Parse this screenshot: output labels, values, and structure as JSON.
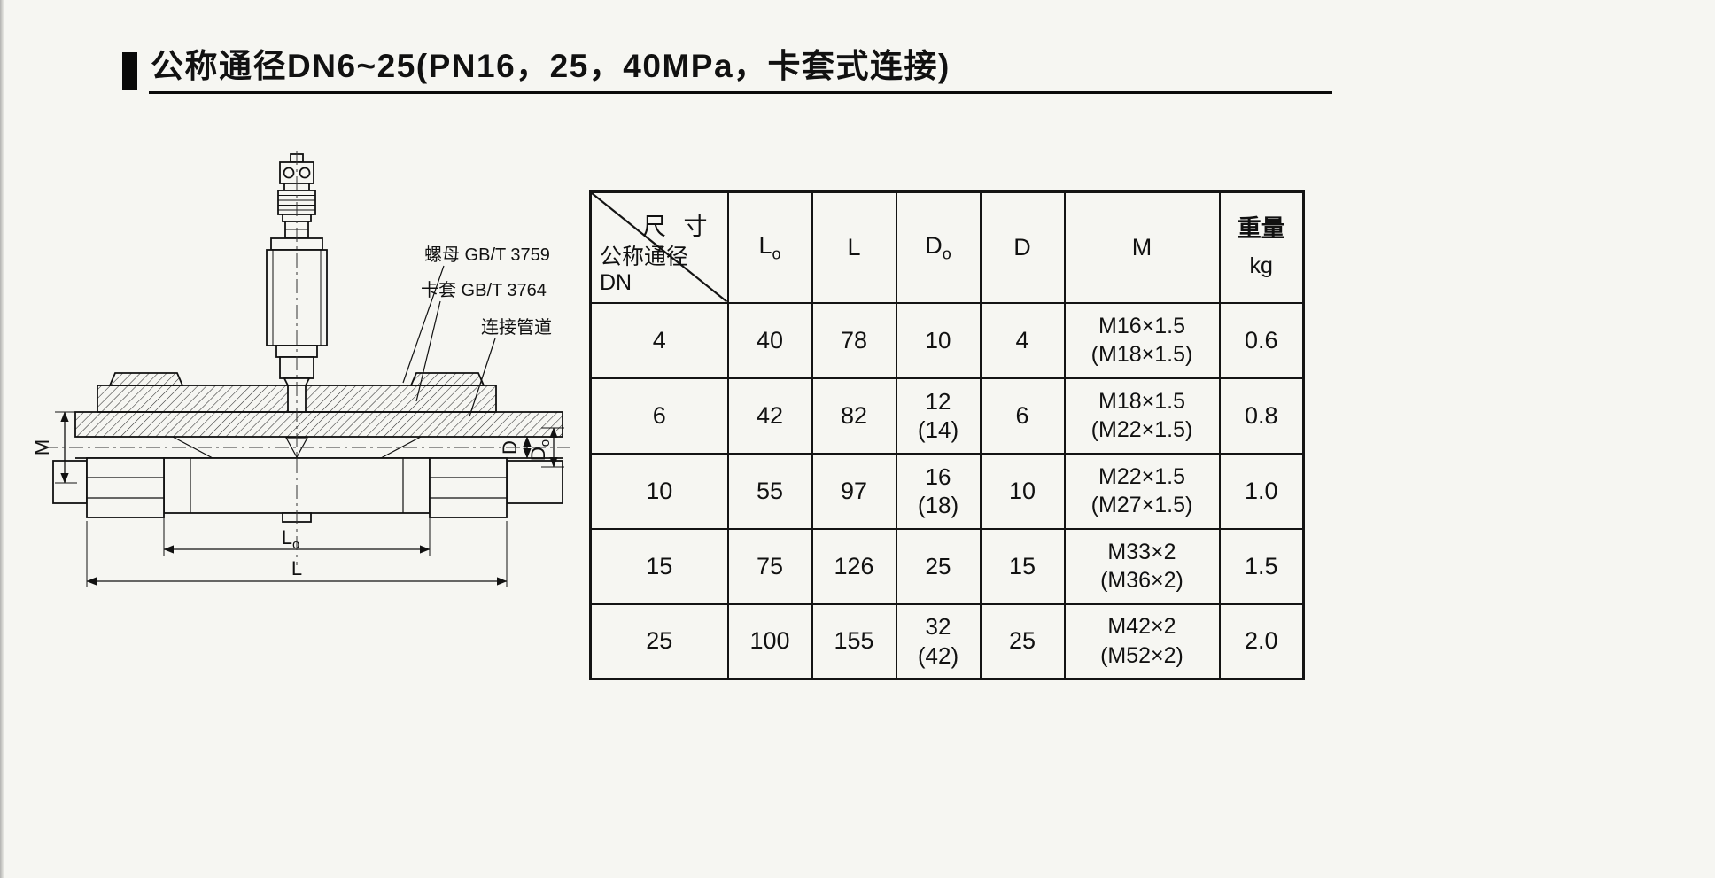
{
  "page": {
    "title": "公称通径DN6~25(PN16，25，40MPa，卡套式连接)"
  },
  "drawing": {
    "callouts": {
      "nut": "螺母 GB/T 3759",
      "ferrule": "卡套 GB/T 3764",
      "pipe": "连接管道"
    },
    "dims": {
      "m": "M",
      "d": "D",
      "do_base": "D",
      "do_sub": "o",
      "lo_base": "L",
      "lo_sub": "o",
      "l": "L"
    }
  },
  "table": {
    "corner": {
      "size_label": "尺 寸",
      "dn_line1": "公称通径",
      "dn_line2": "DN"
    },
    "headers": {
      "lo_base": "L",
      "lo_sub": "o",
      "l": "L",
      "do_base": "D",
      "do_sub": "o",
      "d": "D",
      "m": "M",
      "weight": "重量",
      "weight_unit": "kg"
    },
    "rows": [
      {
        "dn": "4",
        "lo": "40",
        "l": "78",
        "do_main": "10",
        "do_alt": "",
        "d": "4",
        "m_main": "M16×1.5",
        "m_alt": "(M18×1.5)",
        "weight": "0.6"
      },
      {
        "dn": "6",
        "lo": "42",
        "l": "82",
        "do_main": "12",
        "do_alt": "(14)",
        "d": "6",
        "m_main": "M18×1.5",
        "m_alt": "(M22×1.5)",
        "weight": "0.8"
      },
      {
        "dn": "10",
        "lo": "55",
        "l": "97",
        "do_main": "16",
        "do_alt": "(18)",
        "d": "10",
        "m_main": "M22×1.5",
        "m_alt": "(M27×1.5)",
        "weight": "1.0"
      },
      {
        "dn": "15",
        "lo": "75",
        "l": "126",
        "do_main": "25",
        "do_alt": "",
        "d": "15",
        "m_main": "M33×2",
        "m_alt": "(M36×2)",
        "weight": "1.5"
      },
      {
        "dn": "25",
        "lo": "100",
        "l": "155",
        "do_main": "32",
        "do_alt": "(42)",
        "d": "25",
        "m_main": "M42×2",
        "m_alt": "(M52×2)",
        "weight": "2.0"
      }
    ]
  }
}
